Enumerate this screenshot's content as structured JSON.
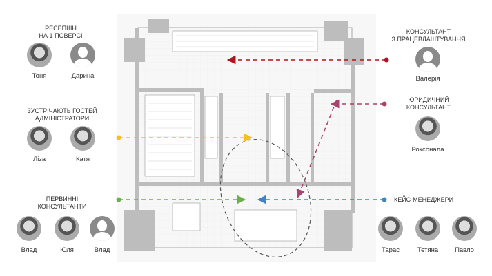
{
  "groups": {
    "reception": {
      "title": [
        "Ресепшн",
        "на 1 поверсі"
      ],
      "people": [
        "Тоня",
        "Дарина"
      ]
    },
    "admins": {
      "title": [
        "Зустрічають гостей",
        "адміністратори"
      ],
      "people": [
        "Ліза",
        "Катя"
      ]
    },
    "primary": {
      "title": [
        "Первинні",
        "консультанти"
      ],
      "people": [
        "Влад",
        "Юля",
        "Влад"
      ]
    },
    "employment": {
      "title": [
        "Консультант",
        "з працевлаштування"
      ],
      "people": [
        "Валерія"
      ]
    },
    "legal": {
      "title": [
        "Юридичний",
        "консультант"
      ],
      "people": [
        "Роксонала"
      ]
    },
    "case": {
      "title": [
        "Кейс-менеджери"
      ],
      "people": [
        "Тарас",
        "Тетяна",
        "Павло"
      ]
    }
  },
  "colors": {
    "employment": "#b0141e",
    "legal": "#a8456e",
    "admins": "#f2c21b",
    "primary": "#6ab04c",
    "case": "#3d85c6",
    "plan": "#bdbdbd"
  }
}
